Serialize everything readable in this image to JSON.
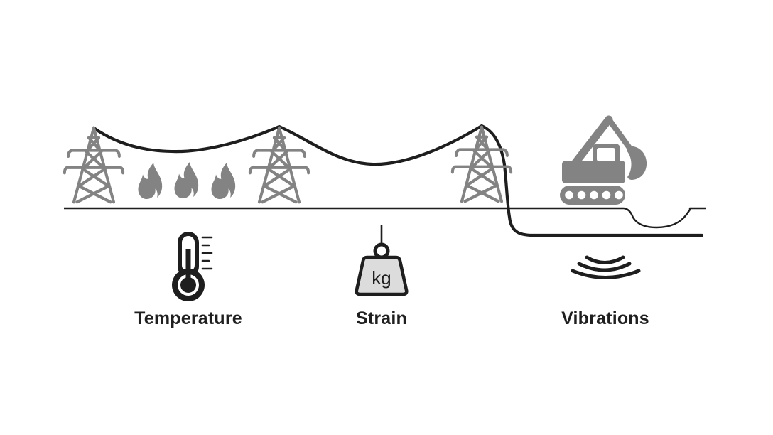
{
  "figure": {
    "background": "#ffffff",
    "colors": {
      "structure_gray": "#838383",
      "line_black": "#1e1e1e",
      "weight_fill": "#dcdcdc",
      "label_text": "#1f1f1f"
    },
    "scene": {
      "elements": [
        "transmission-tower-left",
        "transmission-tower-middle",
        "transmission-tower-right",
        "flame-1",
        "flame-2",
        "flame-3",
        "overhead-cable",
        "ground-surface-line",
        "excavation-pit",
        "buried-cable",
        "excavator"
      ]
    },
    "sensors": [
      {
        "id": "temperature",
        "icon": "thermometer-icon",
        "label": "Temperature"
      },
      {
        "id": "strain",
        "icon": "weight-kg-icon",
        "icon_text": "kg",
        "label": "Strain"
      },
      {
        "id": "vibrations",
        "icon": "vibration-waves-icon",
        "label": "Vibrations"
      }
    ]
  }
}
